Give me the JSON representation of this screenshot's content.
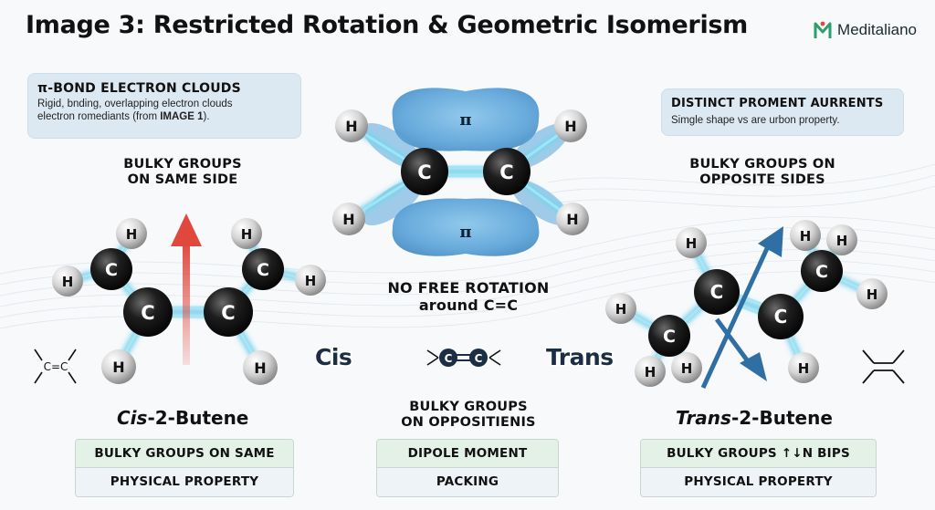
{
  "title": "Image 3: Restricted Rotation & Geometric Isomerism",
  "brand": {
    "name": "Meditaliano"
  },
  "callout_left": {
    "heading": "π-BOND ELECTRON CLOUDS",
    "line1": "Rigid, bnding, overlapping electron clouds",
    "line2_prefix": "electron romediants (from ",
    "line2_bold": "IMAGE 1",
    "line2_suffix": ")."
  },
  "callout_right": {
    "heading": "DISTINCT PROMENT AURRENTS",
    "body": "Simgle shape vs are urbon property."
  },
  "center": {
    "pi_label": "π",
    "rotation_line1": "NO FREE ROTATION",
    "rotation_line2": "around C=C",
    "bulky_line1": "BULKY GROUPS",
    "bulky_line2": "ON OPPOSITIENIS",
    "prop_top": "DIPOLE MOMENT",
    "prop_bottom": "PACKING"
  },
  "cis": {
    "heading_line1": "BULKY GROUPS",
    "heading_line2": "ON SAME SIDE",
    "badge": "Cis",
    "name_italic": "Cis",
    "name_rest": "-2-Butene",
    "prop_top": "BULKY GROUPS ON SAME",
    "prop_bottom": "PHYSICAL PROPERTY",
    "skeletal_label": "C=C"
  },
  "trans": {
    "heading_line1": "BULKY GROUPS ON",
    "heading_line2": "OPPOSITE SIDES",
    "badge": "Trans",
    "name_italic": "Trans",
    "name_rest": "-2-Butene",
    "prop_top": "BULKY GROUPS ↑↓N BIPS",
    "prop_bottom": "PHYSICAL PROPERTY"
  },
  "atoms": {
    "carbon": "C",
    "hydrogen": "H"
  },
  "colors": {
    "carbon": "#1a1a1a",
    "hydrogen": "#d8d8d8",
    "bond_glow": "#7ad3ec",
    "pi_cloud": "#5aa6da",
    "dipole_arrow": "#e0483e",
    "trans_arrow": "#2f6fa3"
  }
}
